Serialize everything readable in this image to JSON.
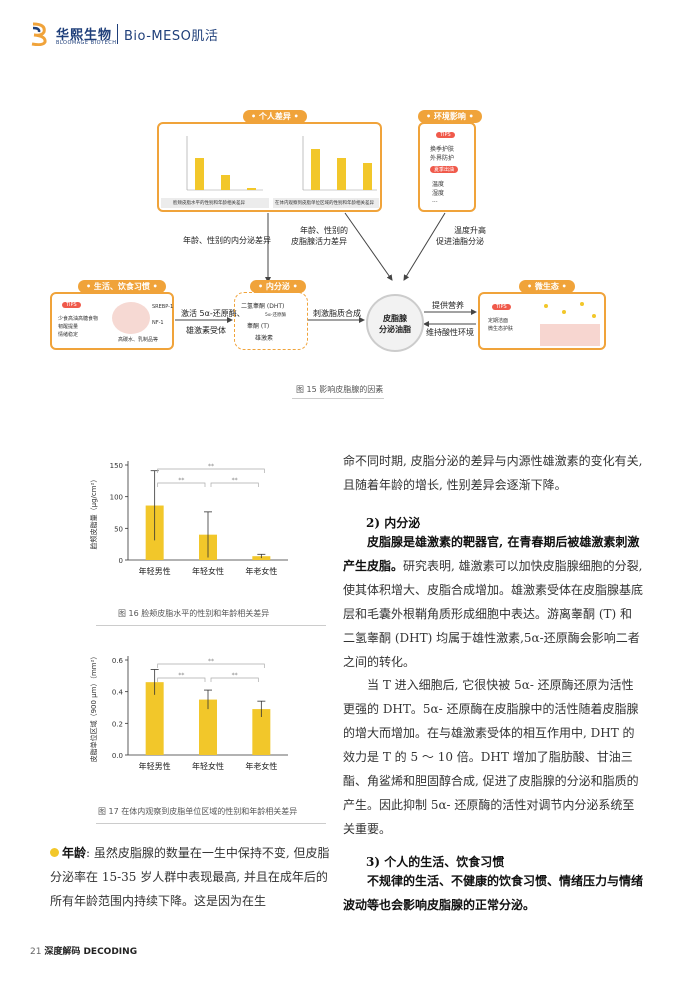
{
  "header": {
    "brand_cn": "华熙生物",
    "brand_en": "BLOOMAGE BIOTECH",
    "brand_sub": "Bio-MESO肌活"
  },
  "fig15": {
    "tag_personal": "• 个人差异 •",
    "tag_env": "• 环境影响 •",
    "tag_diet": "• 生活、饮食习惯 •",
    "tag_endo": "• 内分泌 •",
    "tag_micro": "• 微生态 •",
    "mini1_caption": "脸颊皮脂水平的性别和年龄相关差异",
    "mini2_caption": "在体内观察到皮脂单位区域的性别和年龄相关差异",
    "env_tips": "TIPS",
    "env_line1": "换季护肤",
    "env_line2": "外界防护",
    "env_badge": "夏季出油",
    "env_line3": "温度",
    "env_line4": "湿度",
    "env_line5": "...",
    "arrow_label1": "年龄、性别的内分泌差异",
    "arrow_label2a": "年龄、性别的",
    "arrow_label2b": "皮脂腺活力差异",
    "arrow_label3a": "温度升高",
    "arrow_label3b": "促进油脂分泌",
    "diet_tips": "TIPS",
    "diet_line1": "少食高油高糖食物",
    "diet_line2": "韧醒提量",
    "diet_line3": "情绪稳定",
    "diet_srebp": "SREBP-1",
    "diet_nf": "NF-1",
    "diet_food": "高碳水、乳制品等",
    "act_label1": "激活 5α-还原酶、",
    "act_label2": "雄激素受体",
    "endo_dht": "二氢睾酮 (DHT)",
    "endo_enzyme": "5α-还原酶",
    "endo_t": "睾酮 (T)",
    "endo_andro": "雄激素",
    "stim_label": "刺激脂质合成",
    "center1": "皮脂腺",
    "center2": "分泌油脂",
    "nutri_label": "提供营养",
    "maintain_label": "维持酸性环境",
    "micro_tips": "TIPS",
    "micro_line1": "定期洁面",
    "micro_line2": "微生态护肤",
    "caption": "图 15  影响皮脂腺的因素"
  },
  "fig16_caption": "图 16  脸颊皮脂水平的性别和年龄相关差异",
  "fig17_caption": "图 17 在体内观察到皮脂单位区域的性别和年龄相关差异",
  "chart_data": [
    {
      "type": "bar",
      "categories": [
        "年轻男性",
        "年轻女性",
        "年老女性"
      ],
      "values": [
        86,
        40,
        6
      ],
      "errors": [
        55,
        36,
        3
      ],
      "ylabel": "脸颊皮脂量（μg/cm²）",
      "ylim": [
        0,
        150
      ],
      "yticks": [
        0,
        50,
        100,
        150
      ],
      "significance": [
        "**",
        "**",
        "**"
      ]
    },
    {
      "type": "bar",
      "categories": [
        "年轻男性",
        "年轻女性",
        "年老女性"
      ],
      "values": [
        0.46,
        0.35,
        0.29
      ],
      "errors": [
        0.08,
        0.06,
        0.05
      ],
      "ylabel": "皮脂单位区域（900 μm）（mm²）",
      "ylim": [
        0,
        0.6
      ],
      "yticks": [
        0,
        0.2,
        0.4,
        0.6
      ],
      "significance": [
        "**",
        "**",
        "**"
      ]
    }
  ],
  "text": {
    "r_p1": "命不同时期, 皮脂分泌的差异与内源性雄激素的变化有关, 且随着年龄的增长, 性别差异会逐渐下降。",
    "h2": "2) 内分泌",
    "r_p2_bold": "皮脂腺是雄激素的靶器官, 在青春期后被雄激素刺激产生皮脂。",
    "r_p2_rest": "研究表明, 雄激素可以加快皮脂腺细胞的分裂, 使其体积增大、皮脂合成增加。雄激素受体在皮脂腺基底层和毛囊外根鞘角质形成细胞中表达。游离睾酮 (T) 和二氢睾酮 (DHT) 均属于雄性激素,5α-还原酶会影响二者之间的转化。",
    "r_p3": "当 T 进入细胞后, 它很快被 5α- 还原酶还原为活性更强的 DHT。5α- 还原酶在皮脂腺中的活性随着皮脂腺的增大而增加。在与雄激素受体的相互作用中, DHT 的效力是 T 的 5 ～ 10 倍。DHT 增加了脂肪酸、甘油三酯、角鲨烯和胆固醇合成, 促进了皮脂腺的分泌和脂质的产生。因此抑制 5α- 还原酶的活性对调节内分泌系统至关重要。",
    "h3": "3) 个人的生活、饮食习惯",
    "r_p4_bold": "不规律的生活、不健康的饮食习惯、情绪压力与情绪波动等也会影响皮脂腺的正常分泌。",
    "l_lead": "年龄",
    "l_p1": ": 虽然皮脂腺的数量在一生中保持不变, 但皮脂分泌率在 15-35 岁人群中表现最高, 并且在成年后的所有年龄范围内持续下降。这是因为在生"
  },
  "footer": {
    "page": "21",
    "label": "深度解码 DECODING"
  },
  "colors": {
    "accent": "#f0a33a",
    "bar": "#f2c72a",
    "brand": "#1f3f7a"
  }
}
